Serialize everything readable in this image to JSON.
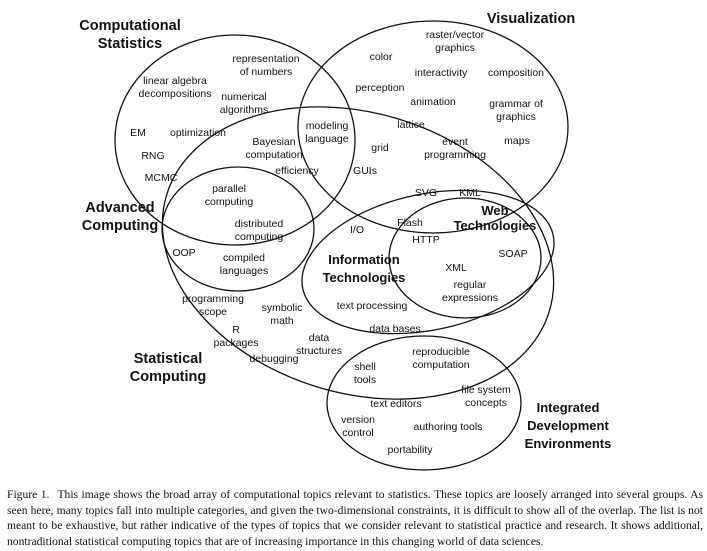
{
  "diagram": {
    "groups": [
      {
        "id": "computational-statistics",
        "label": [
          "Computational",
          "Statistics"
        ]
      },
      {
        "id": "visualization",
        "label": [
          "Visualization"
        ]
      },
      {
        "id": "advanced-computing",
        "label": [
          "Advanced",
          "Computing"
        ]
      },
      {
        "id": "statistical-computing",
        "label": [
          "Statistical",
          "Computing"
        ]
      },
      {
        "id": "information-technologies",
        "label": [
          "Information",
          "Technologies"
        ]
      },
      {
        "id": "web-technologies",
        "label": [
          "Web",
          "Technologies"
        ]
      },
      {
        "id": "integrated-development-environments",
        "label": [
          "Integrated",
          "Development",
          "Environments"
        ]
      }
    ],
    "topics": [
      {
        "id": "representation-of-numbers",
        "lines": [
          "representation",
          "of numbers"
        ]
      },
      {
        "id": "linear-algebra-decompositions",
        "lines": [
          "linear algebra",
          "decompositions"
        ]
      },
      {
        "id": "numerical-algorithms",
        "lines": [
          "numerical",
          "algorithms"
        ]
      },
      {
        "id": "em",
        "lines": [
          "EM"
        ]
      },
      {
        "id": "optimization",
        "lines": [
          "optimization"
        ]
      },
      {
        "id": "rng",
        "lines": [
          "RNG"
        ]
      },
      {
        "id": "mcmc",
        "lines": [
          "MCMC"
        ]
      },
      {
        "id": "bayesian-computation",
        "lines": [
          "Bayesian",
          "computation"
        ]
      },
      {
        "id": "modeling-language",
        "lines": [
          "modeling",
          "language"
        ]
      },
      {
        "id": "efficiency",
        "lines": [
          "efficiency"
        ]
      },
      {
        "id": "color",
        "lines": [
          "color"
        ]
      },
      {
        "id": "raster-vector-graphics",
        "lines": [
          "raster/vector",
          "graphics"
        ]
      },
      {
        "id": "interactivity",
        "lines": [
          "interactivity"
        ]
      },
      {
        "id": "composition",
        "lines": [
          "composition"
        ]
      },
      {
        "id": "perception",
        "lines": [
          "perception"
        ]
      },
      {
        "id": "animation",
        "lines": [
          "animation"
        ]
      },
      {
        "id": "grammar-of-graphics",
        "lines": [
          "grammar of",
          "graphics"
        ]
      },
      {
        "id": "lattice",
        "lines": [
          "lattice"
        ]
      },
      {
        "id": "grid",
        "lines": [
          "grid"
        ]
      },
      {
        "id": "event-programming",
        "lines": [
          "event",
          "programming"
        ]
      },
      {
        "id": "maps",
        "lines": [
          "maps"
        ]
      },
      {
        "id": "guis",
        "lines": [
          "GUIs"
        ]
      },
      {
        "id": "parallel-computing",
        "lines": [
          "parallel",
          "computing"
        ]
      },
      {
        "id": "distributed-computing",
        "lines": [
          "distributed",
          "computing"
        ]
      },
      {
        "id": "oop",
        "lines": [
          "OOP"
        ]
      },
      {
        "id": "compiled-languages",
        "lines": [
          "compiled",
          "languages"
        ]
      },
      {
        "id": "svg",
        "lines": [
          "SVG"
        ]
      },
      {
        "id": "kml",
        "lines": [
          "KML"
        ]
      },
      {
        "id": "flash",
        "lines": [
          "Flash"
        ]
      },
      {
        "id": "http",
        "lines": [
          "HTTP"
        ]
      },
      {
        "id": "soap",
        "lines": [
          "SOAP"
        ]
      },
      {
        "id": "xml",
        "lines": [
          "XML"
        ]
      },
      {
        "id": "io",
        "lines": [
          "I/O"
        ]
      },
      {
        "id": "regular-expressions",
        "lines": [
          "regular",
          "expressions"
        ]
      },
      {
        "id": "text-processing",
        "lines": [
          "text processing"
        ]
      },
      {
        "id": "data-bases",
        "lines": [
          "data bases"
        ]
      },
      {
        "id": "programming-scope",
        "lines": [
          "programming",
          "scope"
        ]
      },
      {
        "id": "symbolic-math",
        "lines": [
          "symbolic",
          "math"
        ]
      },
      {
        "id": "r-packages",
        "lines": [
          "R",
          "packages"
        ]
      },
      {
        "id": "debugging",
        "lines": [
          "debugging"
        ]
      },
      {
        "id": "data-structures",
        "lines": [
          "data",
          "structures"
        ]
      },
      {
        "id": "shell-tools",
        "lines": [
          "shell",
          "tools"
        ]
      },
      {
        "id": "reproducible-computation",
        "lines": [
          "reproducible",
          "computation"
        ]
      },
      {
        "id": "file-system-concepts",
        "lines": [
          "file system",
          "concepts"
        ]
      },
      {
        "id": "text-editors",
        "lines": [
          "text editors"
        ]
      },
      {
        "id": "version-control",
        "lines": [
          "version",
          "control"
        ]
      },
      {
        "id": "authoring-tools",
        "lines": [
          "authoring tools"
        ]
      },
      {
        "id": "portability",
        "lines": [
          "portability"
        ]
      }
    ]
  },
  "caption": {
    "label": "Figure 1.",
    "text": "This image shows the broad array of computational topics relevant to statistics. These topics are loosely arranged into several groups. As seen here, many topics fall into multiple categories, and given the two-dimensional constraints, it is difficult to show all of the overlap. The list is not meant to be exhaustive, but rather indicative of the types of topics that we consider relevant to statistical practice and research. It shows additional, nontraditional statistical computing topics that are of increasing importance in this changing world of data sciences."
  }
}
